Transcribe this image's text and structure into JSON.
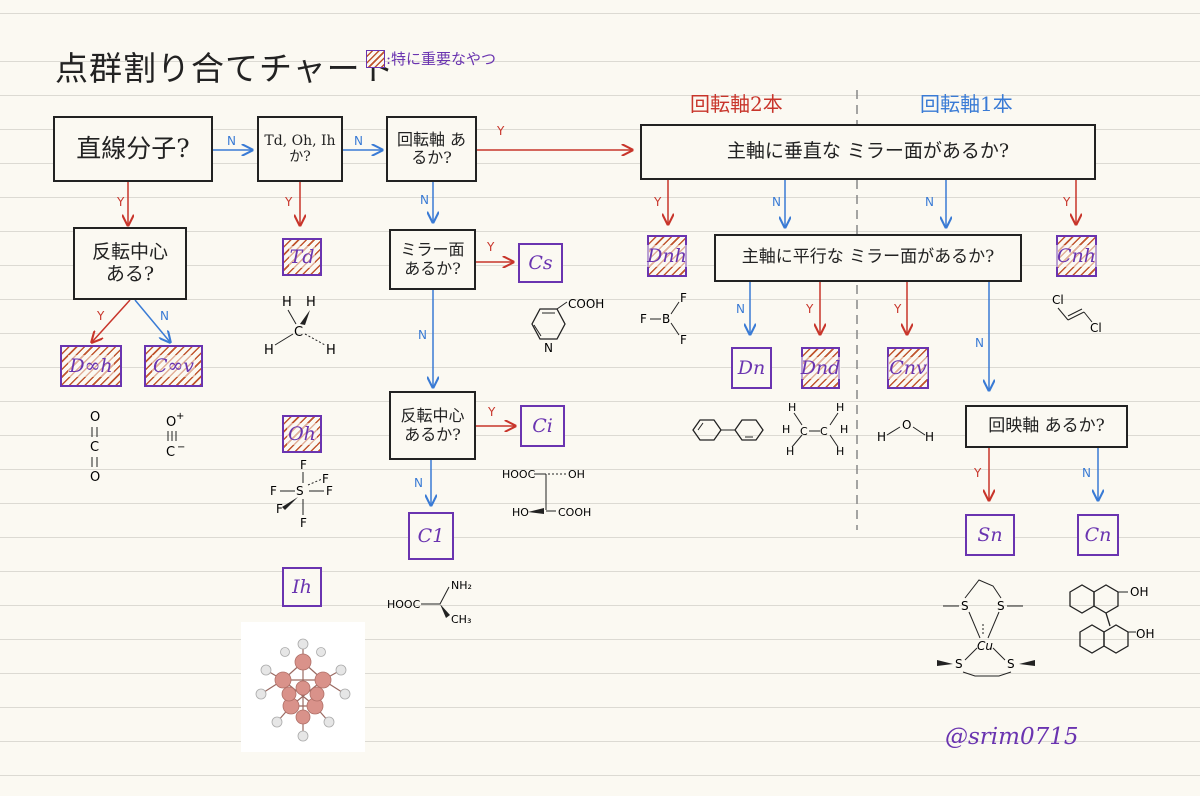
{
  "title": "点群割り合てチャート",
  "legend_text": ":特に重要なやつ",
  "section_two_axes": "回転軸2本",
  "section_one_axis": "回転軸1本",
  "boxes": {
    "linear": "直線分子?",
    "td_oh_ih": "Td, Oh, Ih か?",
    "rot_axis": "回転軸 あるか?",
    "inversion_center": "反転中心 ある?",
    "mirror": "ミラー面 あるか?",
    "inversion2": "反転中心 あるか?",
    "perp_mirror": "主軸に垂直な ミラー面があるか?",
    "parallel_mirror": "主軸に平行な ミラー面があるか?",
    "improper_axis": "回映軸 あるか?"
  },
  "answers": {
    "yes": "Y",
    "no": "N"
  },
  "point_groups": {
    "Dinfh": "D∞h",
    "Cinfv": "C∞v",
    "Td": "Td",
    "Oh": "Oh",
    "Ih": "Ih",
    "Cs": "Cs",
    "Ci": "Ci",
    "C1": "C1",
    "Dnh": "Dnh",
    "Dn": "Dn",
    "Dnd": "Dnd",
    "Cnv": "Cnv",
    "Cnh": "Cnh",
    "Sn": "Sn",
    "Cn": "Cn"
  },
  "molecules": {
    "co2": [
      "O",
      "C",
      "O"
    ],
    "co": [
      "O",
      "C"
    ],
    "ch4": [
      "H",
      "H",
      "H",
      "C",
      "H"
    ],
    "sf6": [
      "F",
      "F",
      "F",
      "S",
      "F",
      "F",
      "F"
    ],
    "nicotinic": [
      "COOH",
      "N"
    ],
    "tartaric": [
      "HOOC",
      "OH",
      "HO",
      "COOH"
    ],
    "alanine": [
      "HOOC",
      "NH₂",
      "CH₃"
    ],
    "bf3": [
      "F",
      "B",
      "F",
      "F"
    ],
    "ethane": [
      "H",
      "H",
      "H",
      "C",
      "C",
      "H",
      "H",
      "H"
    ],
    "water": [
      "H",
      "O",
      "H"
    ],
    "dce": [
      "Cl",
      "Cl"
    ],
    "binol": [
      "OH",
      "OH"
    ],
    "cu_complex": [
      "S",
      "S",
      "Cu",
      "S",
      "S"
    ]
  },
  "signature": "@srim0715"
}
